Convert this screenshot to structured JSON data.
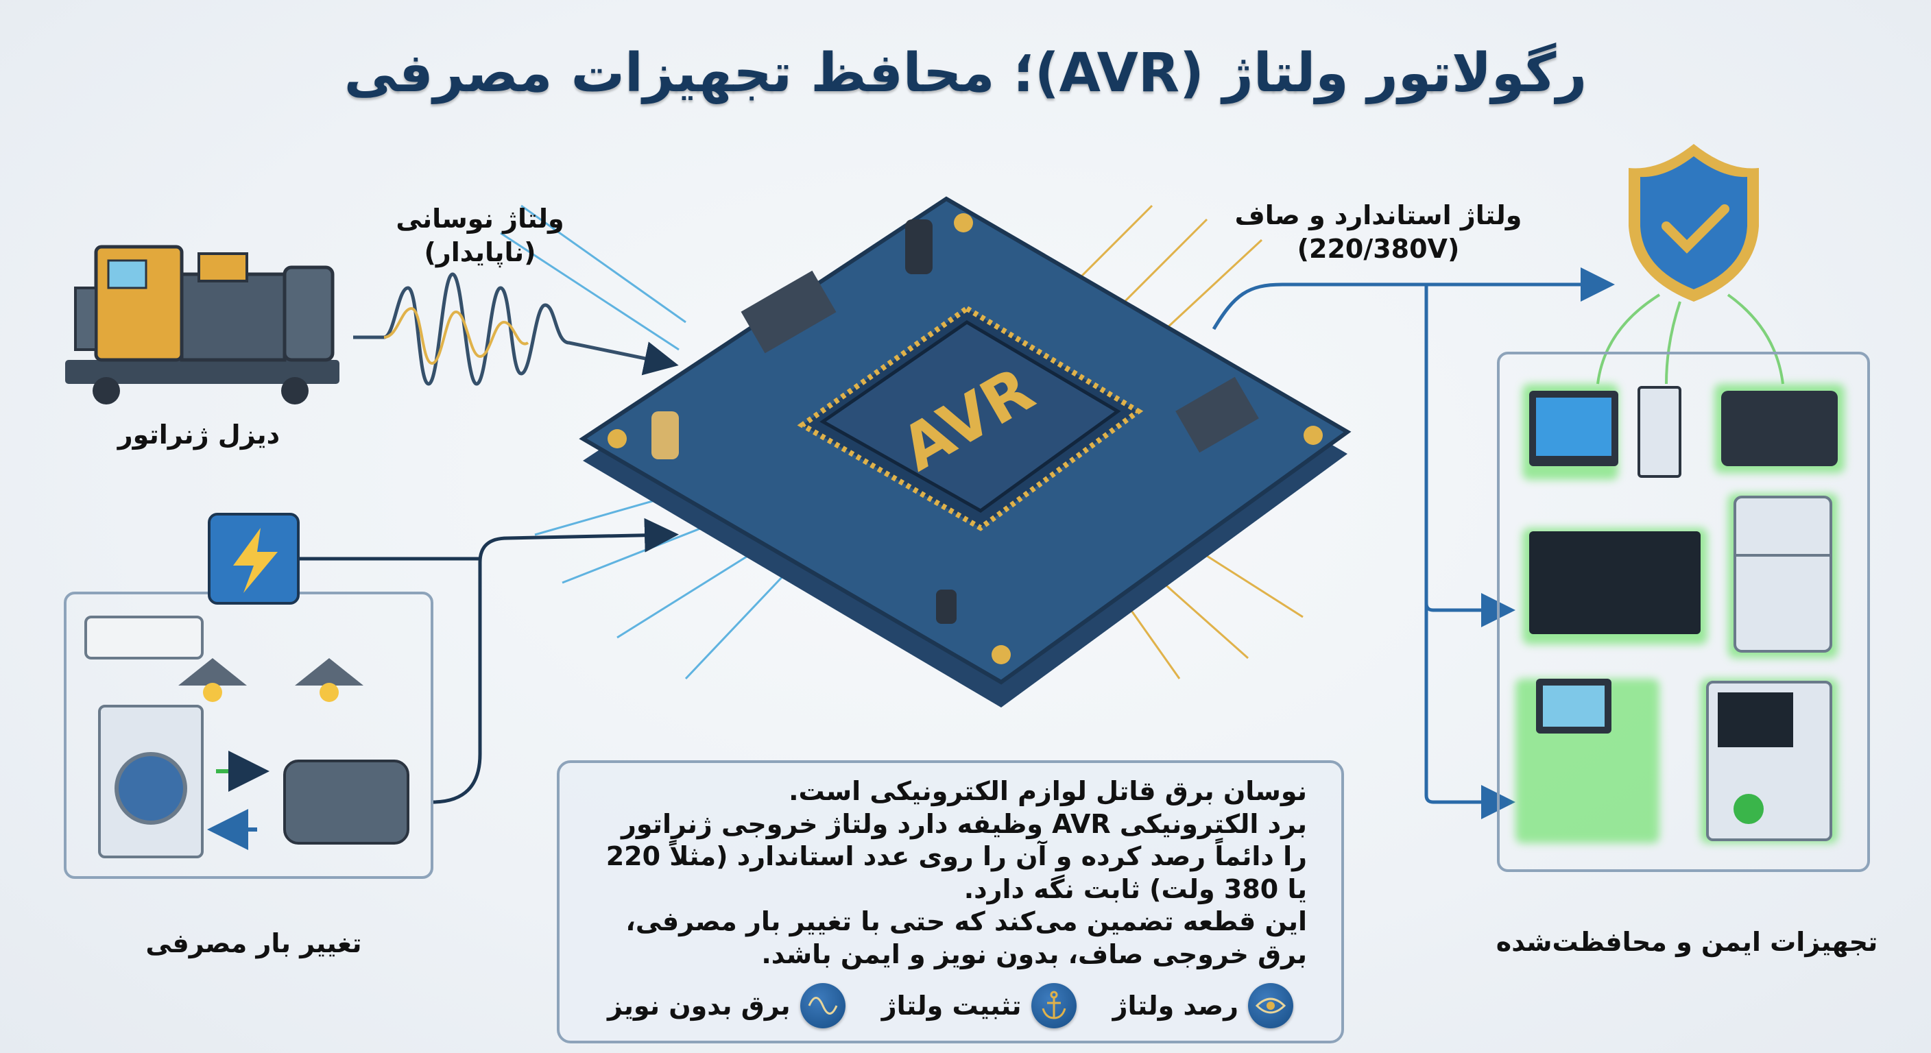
{
  "title": "رگولاتور ولتاژ (AVR)؛ محافظ تجهیزات مصرفی",
  "generator": {
    "label": "دیزل ژنراتور"
  },
  "input_voltage": {
    "line1": "ولتاژ نوسانی",
    "line2": "(ناپایدار)"
  },
  "output_voltage": {
    "line1": "ولتاژ استاندارد و صاف",
    "line2": "(220/380V)"
  },
  "chip": {
    "label": "AVR"
  },
  "load_change": {
    "label": "تغییر بار مصرفی"
  },
  "protected": {
    "label": "تجهیزات ایمن و محافظت‌شده"
  },
  "description": {
    "lines": [
      "نوسان برق قاتل لوازم الکترونیکی است.",
      "برد الکترونیکی AVR وظیفه دارد ولتاژ خروجی ژنراتور را دائماً رصد کرده و آن را روی عدد استاندارد (مثلاً 220 یا 380 ولت) ثابت نگه دارد.",
      "این قطعه تضمین می‌کند که حتی با تغییر بار مصرفی، برق خروجی صاف، بدون نویز و ایمن باشد."
    ]
  },
  "features": [
    {
      "label": "رصد ولتاژ",
      "icon": "eye-icon"
    },
    {
      "label": "تثبیت ولتاژ",
      "icon": "anchor-icon"
    },
    {
      "label": "برق بدون نویز",
      "icon": "sine-wave-icon"
    }
  ],
  "colors": {
    "title": "#17395e",
    "pcb": "#2d5a86",
    "gold": "#e0b24a",
    "trace_blue": "#5fb3e0",
    "glow": "#5ee05a",
    "arrow": "#2a6aa8"
  }
}
